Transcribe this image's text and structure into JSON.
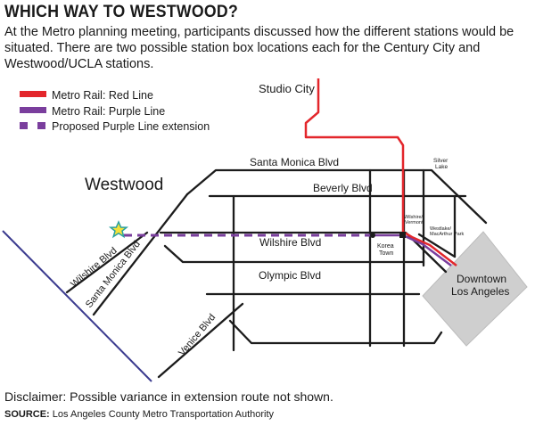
{
  "headline": "WHICH WAY TO WESTWOOD?",
  "intro": "At the Metro planning meeting, participants discussed how the different stations would be situated. There are two possible station box locations each for the Century City and Westwood/UCLA stations.",
  "legend": {
    "red_line": "Metro Rail: Red Line",
    "purple_line": "Metro Rail: Purple Line",
    "extension": "Proposed Purple Line extension"
  },
  "map": {
    "westwood": "Westwood",
    "studio_city": "Studio City",
    "silver_lake_1": "Silver",
    "silver_lake_2": "Lake",
    "santa_monica_blvd_top": "Santa Monica Blvd",
    "beverly_blvd": "Beverly Blvd",
    "wilshire_blvd": "Wilshire Blvd",
    "olympic_blvd": "Olympic Blvd",
    "wilshire_blvd_diag": "Wilshire Blvd",
    "santa_monica_blvd_diag": "Santa Monica Blvd",
    "venice_blvd": "Venice Blvd",
    "korea_town_1": "Korea",
    "korea_town_2": "Town",
    "wilshire_vermont_1": "Wilshire/",
    "wilshire_vermont_2": "Vermont",
    "westlake_1": "Westlake/",
    "westlake_2": "MacArthur Park",
    "downtown_1": "Downtown",
    "downtown_2": "Los Angeles"
  },
  "disclaimer": "Disclaimer: Possible variance in extension route not shown.",
  "source_label": "SOURCE:",
  "source_text": "Los Angeles County Metro Transportation Authority",
  "colors": {
    "red_line": "#e3262b",
    "purple_line": "#7a3e9d",
    "roads": "#1c1c1c",
    "downtown_box": "#cfcfcf",
    "coast_road": "#3b3b8f",
    "star": "#f4e13a",
    "star_outline": "#2aa0a0"
  }
}
